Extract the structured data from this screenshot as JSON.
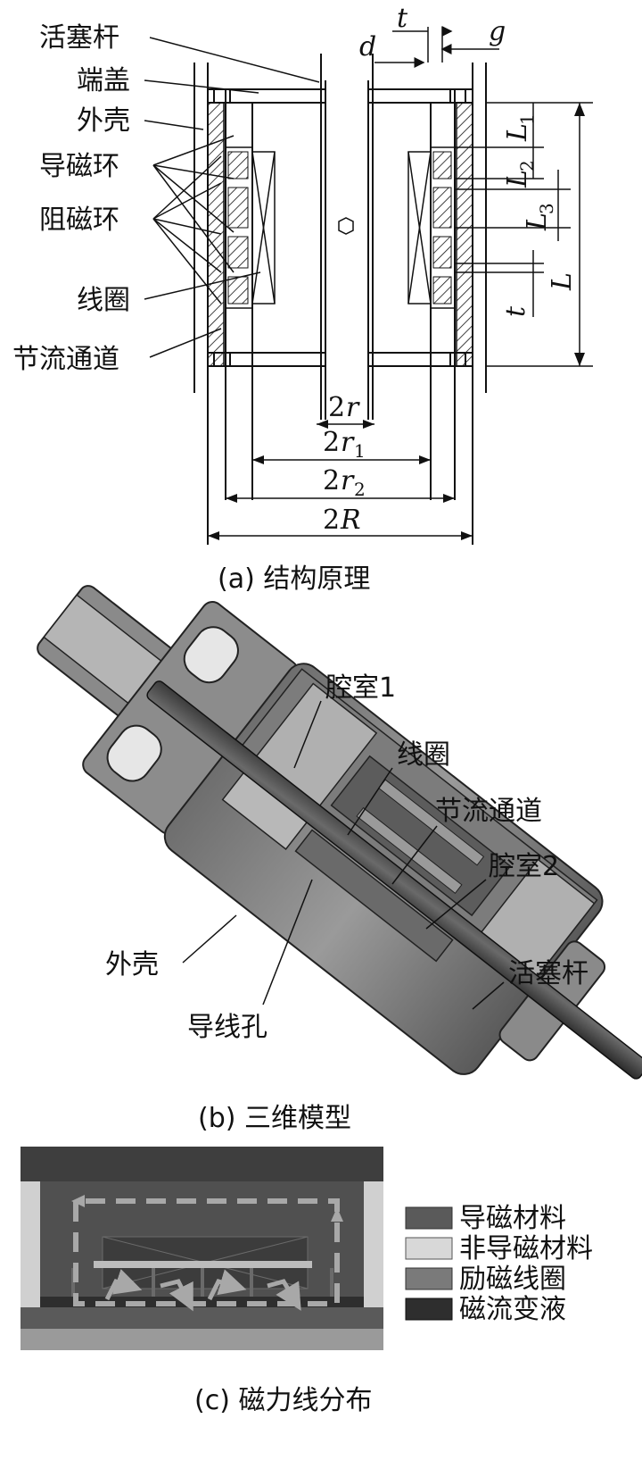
{
  "panel_a": {
    "labels": {
      "piston_rod": "活塞杆",
      "end_cap": "端盖",
      "housing": "外壳",
      "magnetic_ring": "导磁环",
      "non_magnetic_ring": "阻磁环",
      "coil": "线圈",
      "throttle_channel": "节流通道"
    },
    "dims": {
      "t": "t",
      "g": "g",
      "d": "d",
      "L1": "L",
      "L1_sub": "1",
      "L2": "L",
      "L2_sub": "2",
      "L3": "L",
      "L3_sub": "3",
      "L": "L",
      "t2": "t",
      "r2": "2",
      "r_italic": "r",
      "r1_2": "2",
      "r1_r": "r",
      "r1_sub": "1",
      "r2_2": "2",
      "r2_r": "r",
      "r2_sub": "2",
      "R_2": "2",
      "R": "R"
    },
    "caption": "(a) 结构原理"
  },
  "panel_b": {
    "labels": {
      "chamber1": "腔室1",
      "coil": "线圈",
      "throttle_channel": "节流通道",
      "chamber2": "腔室2",
      "housing": "外壳",
      "piston_rod": "活塞杆",
      "wire_hole": "导线孔"
    },
    "caption": "(b) 三维模型"
  },
  "panel_c": {
    "legend": [
      {
        "label": "导磁材料",
        "color": "#5a5a5a"
      },
      {
        "label": "非导磁材料",
        "color": "#d8d8d8"
      },
      {
        "label": "励磁线圈",
        "color": "#7a7a7a"
      },
      {
        "label": "磁流变液",
        "color": "#2e2e2e"
      }
    ],
    "caption": "(c) 磁力线分布"
  }
}
